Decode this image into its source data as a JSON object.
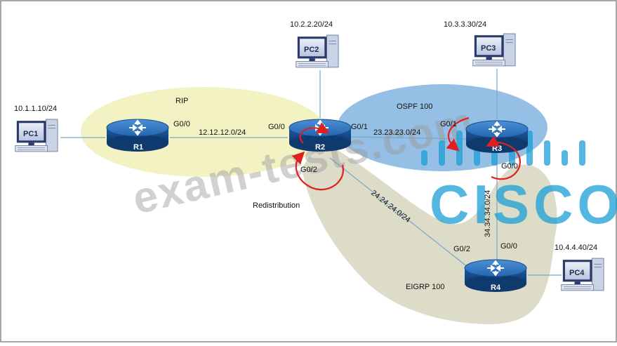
{
  "zones": {
    "rip": "RIP",
    "ospf": "OSPF 100",
    "eigrp": "EIGRP 100",
    "redistribution": "Redistribution"
  },
  "routers": {
    "r1": "R1",
    "r2": "R2",
    "r3": "R3",
    "r4": "R4"
  },
  "pcs": {
    "pc1": {
      "label": "PC1",
      "ip": "10.1.1.10/24"
    },
    "pc2": {
      "label": "PC2",
      "ip": "10.2.2.20/24"
    },
    "pc3": {
      "label": "PC3",
      "ip": "10.3.3.30/24"
    },
    "pc4": {
      "label": "PC4",
      "ip": "10.4.4.40/24"
    }
  },
  "interfaces": {
    "r1_g00": "G0/0",
    "r2_g00": "G0/0",
    "r2_g01": "G0/1",
    "r2_g02": "G0/2",
    "r3_g01": "G0/1",
    "r3_g00": "G0/0",
    "r4_g02": "G0/2",
    "r4_g00": "G0/0"
  },
  "networks": {
    "r1_r2": "12.12.12.0/24",
    "r2_r3": "23.23.23.0/24",
    "r2_r4": "24.24.24.0/24",
    "r3_r4": "34.34.34.0/24"
  },
  "watermark": {
    "text": "exam-tests.com",
    "logo": "CISCO"
  },
  "colors": {
    "rip_zone": "#f3f2c3",
    "ospf_zone": "#95bfe4",
    "eigrp_zone": "#dcdcc8",
    "router": "#1f5fa6",
    "arrow": "#e02020",
    "cisco": "#1ba0d7"
  }
}
